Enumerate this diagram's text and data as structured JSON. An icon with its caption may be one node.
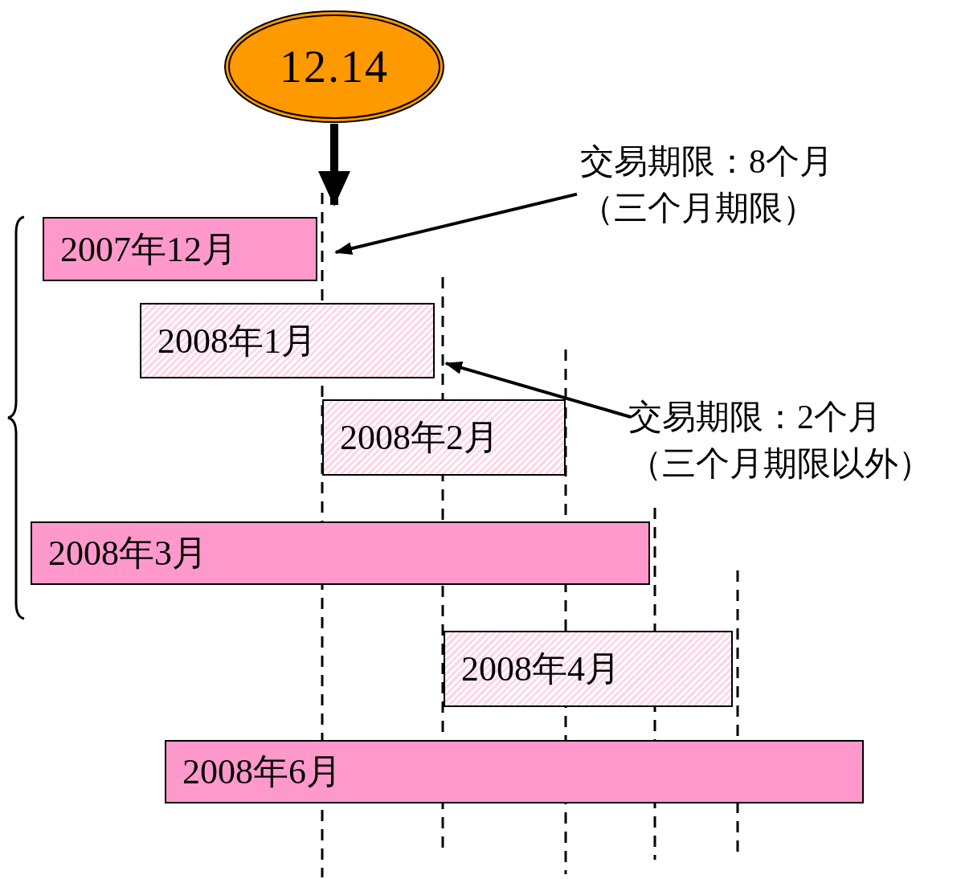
{
  "diagram": {
    "nodes": [
      {
        "text": [
          "12.14"
        ]
      },
      {
        "text": [
          "2007年12月"
        ]
      },
      {
        "text": [
          "2008年1月"
        ]
      },
      {
        "text": [
          "2008年2月"
        ]
      },
      {
        "text": [
          "2008年3月"
        ]
      },
      {
        "text": [
          "2008年4月"
        ]
      },
      {
        "text": [
          "2008年6月"
        ]
      },
      {
        "text": [
          "交易期限：8个月",
          "（三个月期限）"
        ]
      },
      {
        "text": [
          "交易期限：2个月",
          "（三个月期限以外）"
        ]
      }
    ],
    "edges": [
      {
        "from": 0,
        "to": 1,
        "arrow": "to",
        "style": "thick"
      },
      {
        "from": 7,
        "to": 1,
        "arrow": "to"
      },
      {
        "from": 8,
        "to": 2,
        "arrow": "to"
      }
    ]
  }
}
